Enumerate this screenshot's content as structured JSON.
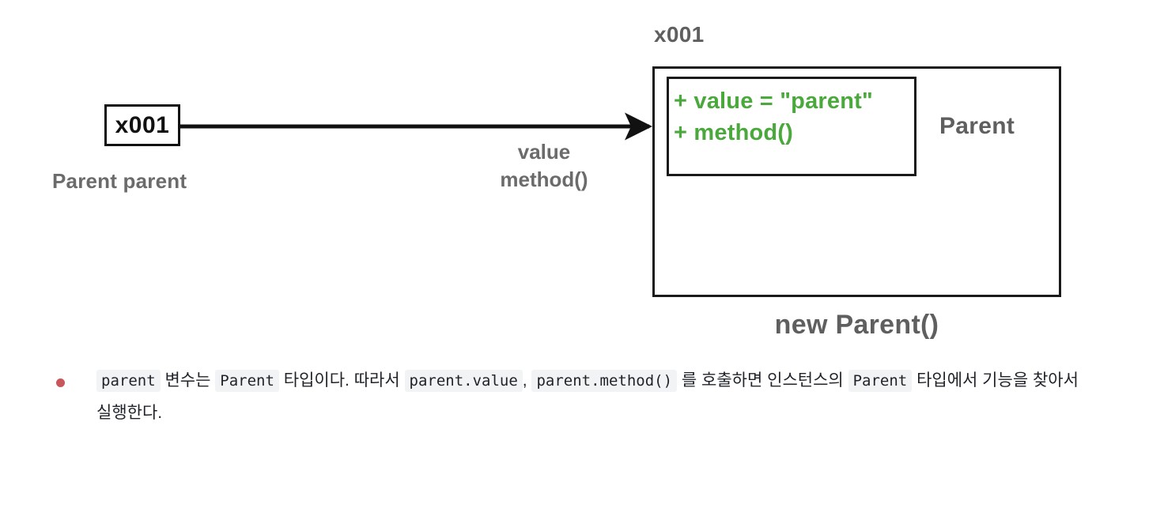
{
  "diagram": {
    "reference": {
      "box_text": "x001",
      "caption": "Parent parent"
    },
    "edge": {
      "labels": [
        "value",
        "method()"
      ],
      "arrow_direction": "right"
    },
    "instance": {
      "address_label": "x001",
      "type_label": "Parent",
      "caption": "new Parent()",
      "members": [
        "+ value = \"parent\"",
        "+ method()"
      ]
    }
  },
  "notes": {
    "bullets": [
      {
        "segments": [
          {
            "type": "code",
            "text": "parent"
          },
          {
            "type": "text",
            "text": " 변수는 "
          },
          {
            "type": "code",
            "text": "Parent"
          },
          {
            "type": "text",
            "text": " 타입이다. 따라서 "
          },
          {
            "type": "code",
            "text": "parent.value"
          },
          {
            "type": "text",
            "text": ", "
          },
          {
            "type": "code",
            "text": "parent.method()"
          },
          {
            "type": "text",
            "text": " 를 호출하면 인스턴스의 "
          },
          {
            "type": "code",
            "text": "Parent"
          },
          {
            "type": "text",
            "text": " 타입에서 기능을 찾아서 실행한다."
          }
        ]
      }
    ]
  },
  "colors": {
    "member_green": "#4aa83c",
    "gray_label": "#5f5f5f",
    "bullet_red": "#c9565a",
    "code_background": "#f2f3f5",
    "line_black": "#111111"
  }
}
